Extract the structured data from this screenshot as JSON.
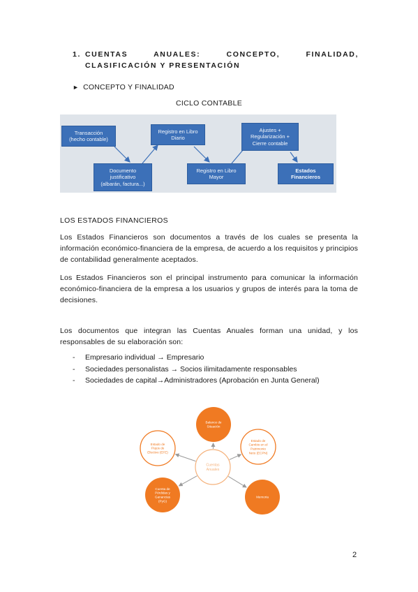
{
  "heading": {
    "number": "1.",
    "text": "CUENTAS ANUALES: CONCEPTO, FINALIDAD, CLASIFICACIÓN Y PRESENTACIÓN"
  },
  "subheading": {
    "bullet": "►",
    "text": "CONCEPTO Y FINALIDAD"
  },
  "cycle": {
    "title": "CICLO CONTABLE",
    "boxes": [
      {
        "line1": "Transacción",
        "line2": "(hecho contable)",
        "line3": ""
      },
      {
        "line1": "Documento",
        "line2": "justificativo",
        "line3": "(albarán, factura...)"
      },
      {
        "line1": "Registro en Libro",
        "line2": "Diario",
        "line3": ""
      },
      {
        "line1": "Registro en Libro",
        "line2": "Mayor",
        "line3": ""
      },
      {
        "line1": "Ajustes +",
        "line2": "Regularización +",
        "line3": "Cierre contable"
      },
      {
        "line1": "Estados",
        "line2": "Financieros",
        "line3": ""
      }
    ]
  },
  "section": {
    "title": "LOS ESTADOS FINANCIEROS",
    "paragraph1": "Los Estados Financieros son documentos a través de los cuales se presenta la información económico-financiera de la empresa, de acuerdo a los requisitos y principios de contabilidad generalmente aceptados.",
    "paragraph2": "Los Estados Financieros son el principal instrumento para comunicar la información económico-financiera de la empresa a los usuarios y grupos de interés para la toma de decisiones.",
    "paragraph3": "Los documentos que integran las Cuentas Anuales forman una unidad, y los responsables de su elaboración son:"
  },
  "list": [
    {
      "dash": "-",
      "text": "Empresario individual → Empresario"
    },
    {
      "dash": "-",
      "text": "Sociedades personalistas → Socios ilimitadamente responsables"
    },
    {
      "dash": "-",
      "text": "Sociedades de capital→Administradores (Aprobación en Junta General)"
    }
  ],
  "hub": {
    "center": {
      "line1": "Cuentas",
      "line2": "Anuales"
    },
    "nodes": [
      {
        "lines": [
          "Balance de",
          "Situación"
        ],
        "style": "filled"
      },
      {
        "lines": [
          "Estado de",
          "Cambio en el",
          "Patrimonio",
          "Neto (ECPN)"
        ],
        "style": "outline"
      },
      {
        "lines": [
          "Memoria"
        ],
        "style": "filled"
      },
      {
        "lines": [
          "Cuenta de",
          "Pérdidas y",
          "Ganancias",
          "(PyG)"
        ],
        "style": "filled"
      },
      {
        "lines": [
          "Estado de",
          "Flujos de",
          "Efectivo (EFE)"
        ],
        "style": "outline"
      }
    ],
    "colors": {
      "orange": "#f07a22",
      "outline_fill": "#ffffff",
      "center_stroke": "#f5b27c",
      "spoke": "#9a9a9a"
    }
  },
  "page_number": "2"
}
